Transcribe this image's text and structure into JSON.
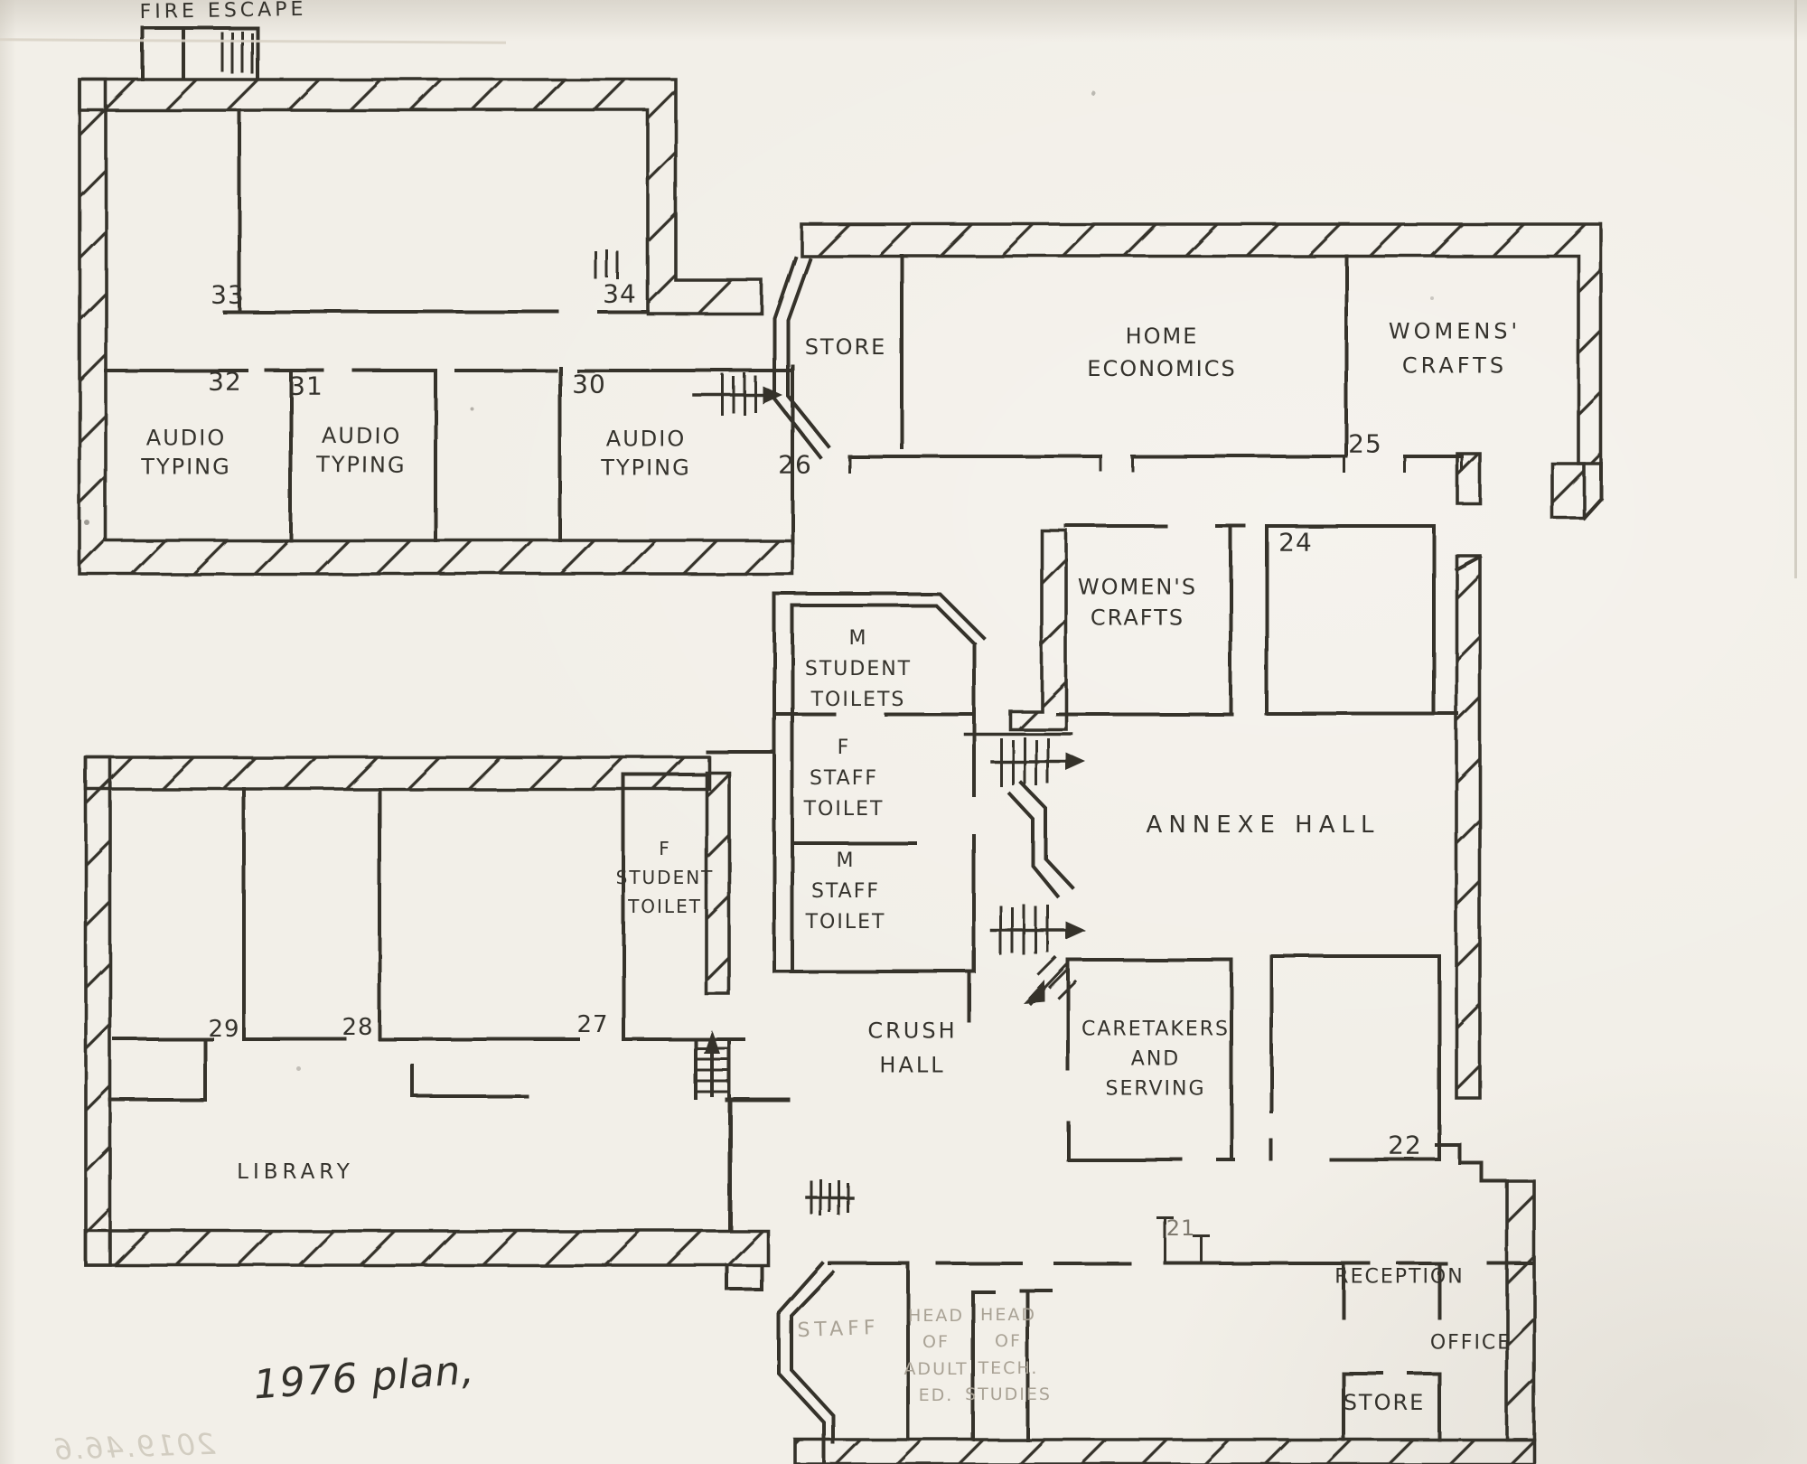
{
  "plan": {
    "title_note": "1976 plan,",
    "watermark": "2019.46.6",
    "fire_escape": "FIRE ESCAPE",
    "rooms": {
      "audio_typing_32": "AUDIO\nTYPING",
      "audio_typing_31": "AUDIO\nTYPING",
      "audio_typing_30": "AUDIO\nTYPING",
      "store_top": "STORE",
      "home_economics": "HOME\nECONOMICS",
      "womens_crafts_25": "WOMENS'\nCRAFTS",
      "womens_crafts_annexe": "WOMEN'S\nCRAFTS",
      "annexe_hall": "ANNEXE HALL",
      "m_student_toilets": "M\nSTUDENT\nTOILETS",
      "f_staff_toilet": "F\nSTAFF\nTOILET",
      "m_staff_toilet": "M\nSTAFF\nTOILET",
      "f_student_toilet": "F\nSTUDENT\nTOILET",
      "crush_hall": "CRUSH\nHALL",
      "caretakers": "CARETAKERS\nAND\nSERVING",
      "library": "LIBRARY",
      "staff": "STAFF",
      "head_of_adult_ed": "HEAD\nOF\nADULT\nED.",
      "head_of_tech_studies": "HEAD\nOF\nTECH.\nSTUDIES",
      "reception": "RECEPTION",
      "office": "OFFICE",
      "store_bottom": "STORE"
    },
    "numbers": {
      "n33": "33",
      "n34": "34",
      "n32": "32",
      "n31": "31",
      "n30": "30",
      "n26": "26",
      "n25": "25",
      "n24": "24",
      "n29": "29",
      "n28": "28",
      "n27": "27",
      "n22": "22",
      "n21": "21"
    }
  },
  "colors": {
    "paper": "#f2efe8",
    "ink": "#34322c",
    "pencil": "#a9a295"
  }
}
